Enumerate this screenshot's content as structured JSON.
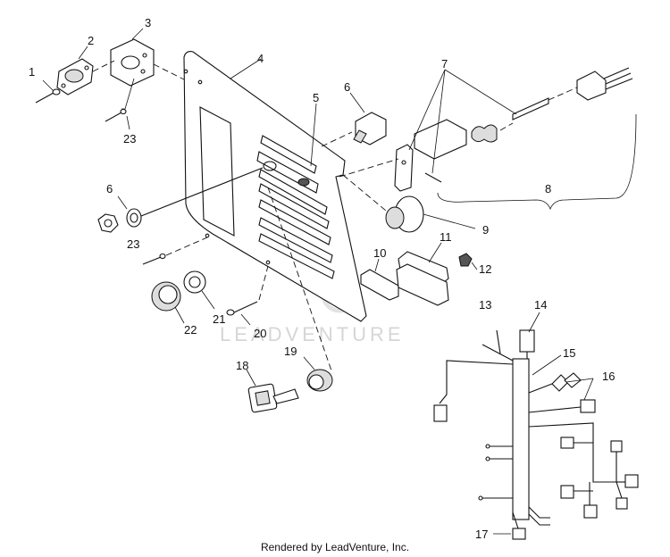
{
  "diagram": {
    "callouts": [
      "1",
      "2",
      "3",
      "4",
      "5",
      "6",
      "7",
      "8",
      "9",
      "10",
      "11",
      "12",
      "13",
      "14",
      "15",
      "16",
      "17",
      "18",
      "19",
      "20",
      "21",
      "22",
      "23"
    ],
    "watermark": "LEADVENTURE",
    "footer": "Rendered by LeadVenture, Inc."
  }
}
